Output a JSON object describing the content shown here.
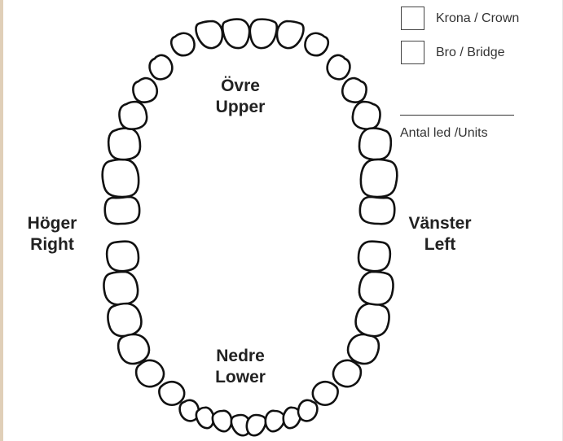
{
  "chart": {
    "upper_label_sv": "Övre",
    "upper_label_en": "Upper",
    "lower_label_sv": "Nedre",
    "lower_label_en": "Lower",
    "right_label_sv": "Höger",
    "right_label_en": "Right",
    "left_label_sv": "Vänster",
    "left_label_en": "Left"
  },
  "legend": {
    "crown_label": "Krona / Crown",
    "bridge_label": "Bro / Bridge",
    "units_label": "Antal led /Units"
  },
  "upper_teeth": [
    "tooth-18",
    "tooth-17",
    "tooth-16",
    "tooth-15",
    "tooth-14",
    "tooth-13",
    "tooth-12",
    "tooth-11",
    "tooth-21",
    "tooth-22",
    "tooth-23",
    "tooth-24",
    "tooth-25",
    "tooth-26",
    "tooth-27",
    "tooth-28"
  ],
  "lower_teeth": [
    "tooth-48",
    "tooth-47",
    "tooth-46",
    "tooth-45",
    "tooth-44",
    "tooth-43",
    "tooth-42",
    "tooth-41",
    "tooth-31",
    "tooth-32",
    "tooth-33",
    "tooth-34",
    "tooth-35",
    "tooth-36",
    "tooth-37",
    "tooth-38"
  ]
}
